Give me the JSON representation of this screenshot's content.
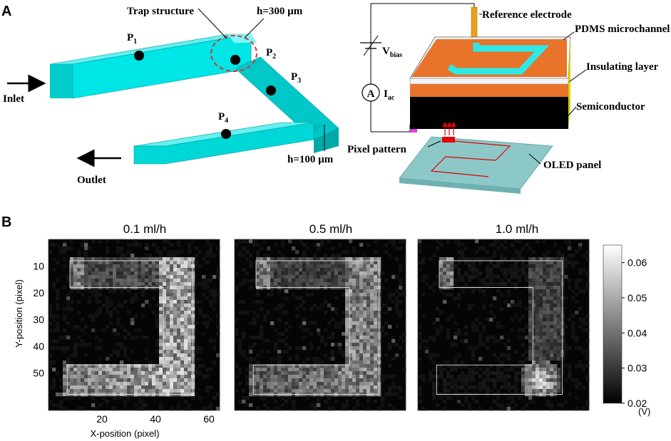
{
  "panel_a": {
    "label": "A",
    "channel": {
      "trap_label": "Trap structure",
      "height_trap": "h=300 µm",
      "height_channel": "h=100 µm",
      "inlet": "Inlet",
      "outlet": "Outlet",
      "points": [
        {
          "base": "P",
          "sub": "1"
        },
        {
          "base": "P",
          "sub": "2"
        },
        {
          "base": "P",
          "sub": "3"
        },
        {
          "base": "P",
          "sub": "4"
        }
      ],
      "channel_color": "#00e5e5"
    },
    "device": {
      "reference_electrode": "Reference electrode",
      "pdms": "PDMS microchannel",
      "insulating": "Insulating layer",
      "semiconductor": "Semiconductor",
      "pixel_pattern": "Pixel pattern",
      "oled": "OLED panel",
      "vbias_base": "V",
      "vbias_sub": "bias",
      "iac_base": "I",
      "iac_sub": "ac",
      "ammeter": "A",
      "colors": {
        "insulator": "#e8732a",
        "semiconductor": "#d8d800",
        "oled": "#8cc8c8",
        "pixel": "#e60000"
      }
    }
  },
  "panel_b": {
    "label": "B",
    "unit": "(V)",
    "chart_data": {
      "type": "heatmap",
      "panels": [
        {
          "title": "0.1 ml/h"
        },
        {
          "title": "0.5 ml/h"
        },
        {
          "title": "1.0 ml/h"
        }
      ],
      "xlabel": "X-position (pixel)",
      "ylabel": "Y-position (pixel)",
      "xticks": [
        "20",
        "40",
        "60"
      ],
      "yticks": [
        "10",
        "20",
        "30",
        "40",
        "50"
      ],
      "xlim": [
        0,
        64
      ],
      "ylim": [
        0,
        64
      ],
      "colorbar": {
        "ticks": [
          "0.06",
          "0.05",
          "0.04",
          "0.03",
          "0.02"
        ],
        "range": [
          0.02,
          0.065
        ],
        "colormap": "gray"
      }
    }
  }
}
